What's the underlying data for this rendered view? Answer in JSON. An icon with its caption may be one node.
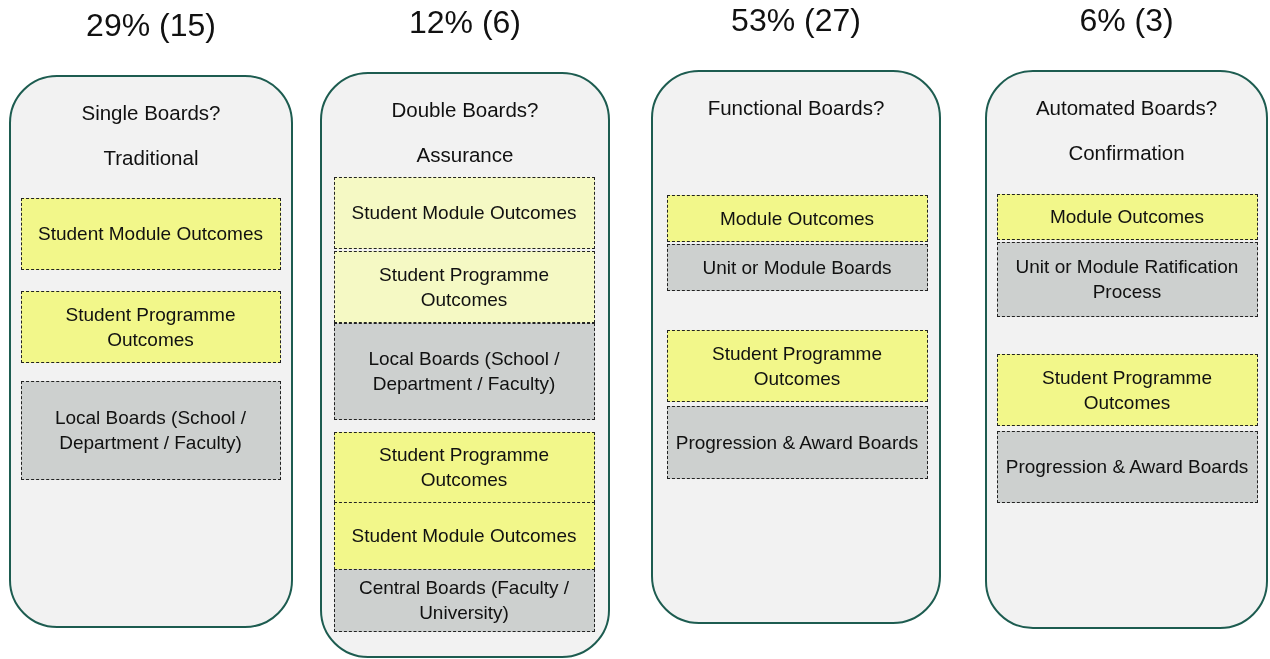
{
  "diagram": {
    "nodes": [
      {
        "text": [
          "Single Boards?",
          "Traditional"
        ],
        "beside": [
          "29% (15)"
        ]
      },
      {
        "text": [
          "Student Module Outcomes"
        ],
        "in": 0
      },
      {
        "text": [
          "Student Programme Outcomes"
        ],
        "in": 0
      },
      {
        "text": [
          "Local Boards (School / Department / Faculty)"
        ],
        "in": 0
      },
      {
        "text": [
          "Double Boards?",
          "Assurance"
        ],
        "beside": [
          "12% (6)"
        ]
      },
      {
        "text": [
          "Student Module Outcomes"
        ],
        "in": 4
      },
      {
        "text": [
          "Student Programme Outcomes"
        ],
        "in": 4
      },
      {
        "text": [
          "Local Boards (School / Department / Faculty)"
        ],
        "in": 4
      },
      {
        "text": [
          "Student Programme Outcomes"
        ],
        "in": 4
      },
      {
        "text": [
          "Student Module Outcomes"
        ],
        "in": 4
      },
      {
        "text": [
          "Central Boards (Faculty / University)"
        ],
        "in": 4
      },
      {
        "text": [
          "Functional Boards?"
        ],
        "beside": [
          "53% (27)"
        ]
      },
      {
        "text": [
          "Module Outcomes"
        ],
        "in": 11
      },
      {
        "text": [
          "Unit or Module Boards"
        ],
        "in": 11
      },
      {
        "text": [
          "Student Programme Outcomes"
        ],
        "in": 11
      },
      {
        "text": [
          "Progression & Award Boards"
        ],
        "in": 11
      },
      {
        "text": [
          "Automated Boards?",
          "Confirmation"
        ],
        "beside": [
          "6% (3)"
        ]
      },
      {
        "text": [
          "Module Outcomes"
        ],
        "in": 16
      },
      {
        "text": [
          "Unit or Module Ratification Process"
        ],
        "in": 16
      },
      {
        "text": [
          "Student Programme Outcomes"
        ],
        "in": 16
      },
      {
        "text": [
          "Progression & Award Boards"
        ],
        "in": 16
      }
    ]
  }
}
